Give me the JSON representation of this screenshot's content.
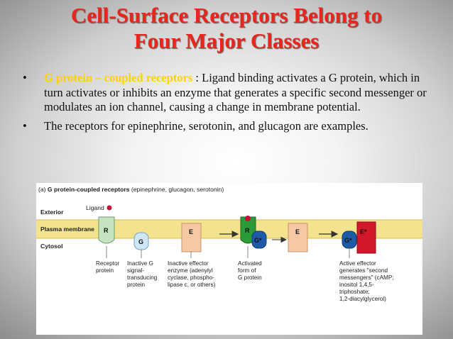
{
  "slide": {
    "title_line1": "Cell-Surface Receptors Belong to",
    "title_line2": "Four Major Classes",
    "bullets": [
      {
        "marker": "•",
        "highlight": "G protein – coupled receptors ",
        "text": ": Ligand binding activates a G protein, which in turn activates or inhibits an enzyme that generates a specific second messenger or modulates an ion channel, causing a change in membrane potential."
      },
      {
        "marker": "•",
        "text": "The receptors for epinephrine, serotonin, and glucagon are examples."
      }
    ]
  },
  "figure": {
    "header_prefix": "(a) ",
    "header_bold": "G protein-coupled receptors",
    "header_suffix": " (epinephrine, glucagon, serotonin)",
    "exterior": "Exterior",
    "ligand": "Ligand",
    "plasma_membrane": "Plasma membrane",
    "cytosol": "Cytosol",
    "shapes": {
      "receptor": "R",
      "g_inactive": "G",
      "effector": "E",
      "receptor_active": "R",
      "g_active": "G*",
      "effector2": "E",
      "g_active2": "G*",
      "effector_active": "E*"
    },
    "captions": {
      "receptor": [
        "Receptor",
        "protein"
      ],
      "g_protein": [
        "Inactive G",
        "signal-",
        "transducing",
        "protein"
      ],
      "effector": [
        "Inactive effector",
        "enzyme (adenylyl",
        "cyclase, phospho-",
        "lipase c, or others)"
      ],
      "activated": [
        "Activated",
        "form of",
        "G protein"
      ],
      "active_effector": [
        "Active effector",
        "generates \"second",
        "messengers\" (cAMP;",
        "inositol 1,4,5-",
        "triphoshate;",
        "1,2-diacylglycerol)"
      ]
    },
    "colors": {
      "membrane": "#f3e28e",
      "receptor": "#c6e3c2",
      "receptor_active": "#2d9a3a",
      "g_inactive": "#cfe6f4",
      "g_active": "#1d5aa8",
      "effector": "#f6c9a4",
      "effector_active": "#d3182b",
      "ligand": "#c2143a"
    }
  }
}
